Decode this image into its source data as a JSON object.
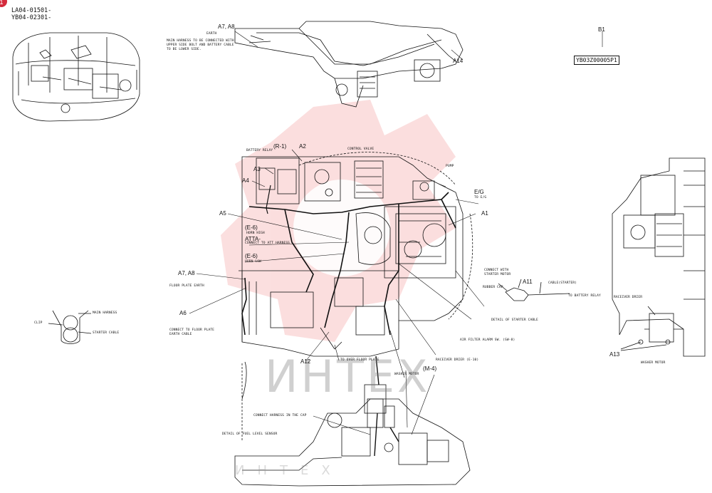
{
  "badge": "1",
  "serials": [
    "LA04-01501-",
    "YB04-02301-"
  ],
  "part_number": "YB03Z00005P1",
  "part_ref": "B1",
  "watermark": "ИНТЕХ",
  "refs": {
    "a7a8_top": "A7, A8",
    "a14": "A14",
    "r1": "(R-1)",
    "a2": "A2",
    "a3": "A3",
    "a4": "A4",
    "a5": "A5",
    "e6_high": "(E-6)",
    "e6_low": "(E-6)",
    "a1": "A1",
    "a7a8_mid": "A7, A8",
    "a6": "A6",
    "a11": "A11",
    "a12": "A12",
    "m4": "(M-4)",
    "a13": "A13"
  },
  "captions": {
    "earth": "EARTH",
    "main_harness_1": "MAIN HARNESS TO BE CONNECTED WITH",
    "main_harness_2": "UPPER SIDE BOLT AND BATTERY CABLE",
    "main_harness_3": "TO BE LOWER SIDE.",
    "battery_relay": "BATTERY RELAY",
    "control_valve": "CONTROL VALVE",
    "pump": "PUMP",
    "eg_1": "E/G",
    "eg_2": "TO E/G",
    "horn_high": "HORN HIGH",
    "atta": "ATTA-",
    "connect_att": "CONNECT TO ATT HARNESS",
    "horn_low": "HORN LOW",
    "floor_plate_earth": "FLOOR PLATE EARTH",
    "connect_floor_1": "CONNECT TO FLOOR PLATE",
    "connect_floor_2": "EARTH CABLE",
    "clip": "CLIP",
    "main_harness_label": "MAIN HARNESS",
    "starter_cable": "STARTER CABLE",
    "connect_starter_1": "CONNECT WITH",
    "connect_starter_2": "STARTER MOTOR",
    "rubber_cap": "RUBBER CAP",
    "cable_starter": "CABLE(STARTER)",
    "to_battery_relay": "TO BATTERY RELAY",
    "detail_starter": "DETAIL OF STARTER CABLE",
    "air_filter": "AIR FILTER ALARM SW. (SW-8)",
    "to_over_floor": "TO OVER FLOOR PLATE",
    "receiver_drier_mid": "RACEIVER DRIER (E-10)",
    "washer_motor_mid": "WASHER MOTOR",
    "connect_cap": "CONNECT HARNESS IN THE CAP",
    "detail_fuel": "DETAIL OF FUEL LEVEL SENSOR",
    "receiver_drier_right": "RACEIVER DRIER",
    "washer_motor_right": "WASHER MOTOR"
  },
  "colors": {
    "ink": "#111111",
    "watermark": "#e83a3a",
    "badge": "#d42b3c"
  }
}
